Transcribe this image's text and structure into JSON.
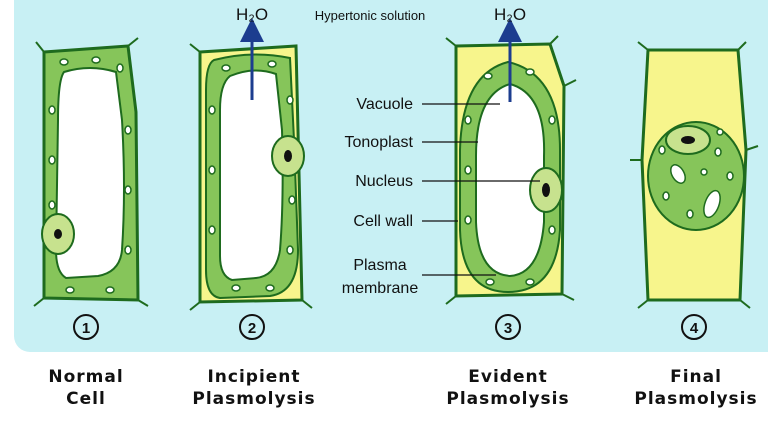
{
  "top_labels": {
    "water_left": "H₂O",
    "title": "Hypertonic solution",
    "water_right": "H₂O"
  },
  "part_labels": {
    "vacuole": "Vacuole",
    "tonoplast": "Tonoplast",
    "nucleus": "Nucleus",
    "cell_wall": "Cell wall",
    "plasma_line1": "Plasma",
    "plasma_line2": "membrane"
  },
  "stage_numbers": [
    "1",
    "2",
    "3",
    "4"
  ],
  "captions": [
    {
      "line1": "Normal",
      "line2": "Cell"
    },
    {
      "line1": "Incipient",
      "line2": "Plasmolysis"
    },
    {
      "line1": "Evident",
      "line2": "Plasmolysis"
    },
    {
      "line1": "Final",
      "line2": "Plasmolysis"
    }
  ],
  "colors": {
    "background": "#c8f0f4",
    "wall": "#1e6b1e",
    "cytoplasm": "#86c55a",
    "hypertonic_space": "#f7f58c",
    "vacuole": "#ffffff",
    "nucleus": "#c7e28e",
    "water_arrow": "#1c3d8f"
  }
}
